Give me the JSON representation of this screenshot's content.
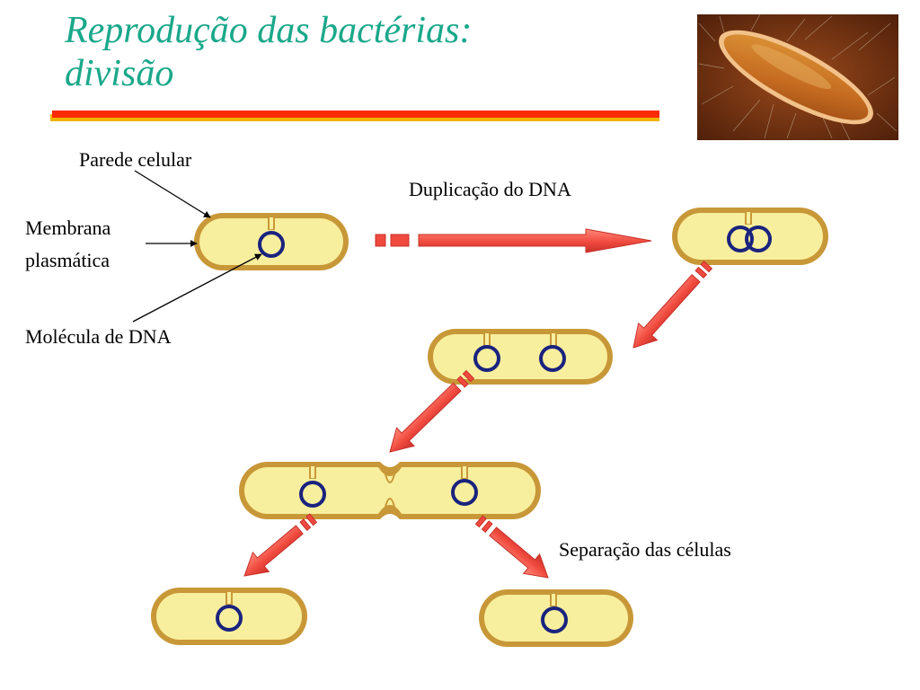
{
  "title": {
    "line1": "Reprodução das bactérias:",
    "line2": "divisão"
  },
  "labels": {
    "cell_wall": "Parede celular",
    "membrane_line1": "Membrana",
    "membrane_line2": "plasmática",
    "dna_molecule": "Molécula de DNA",
    "dna_duplication": "Duplicação do DNA",
    "cell_separation": "Separação das células"
  },
  "colors": {
    "title": "#1aa88a",
    "rule": "#ff2a00",
    "rule_shadow": "#f0b400",
    "cell_wall": "#c89838",
    "cell_fill": "#f8ef9e",
    "dna": "#1a237e",
    "arrow": "#f04a3e"
  }
}
